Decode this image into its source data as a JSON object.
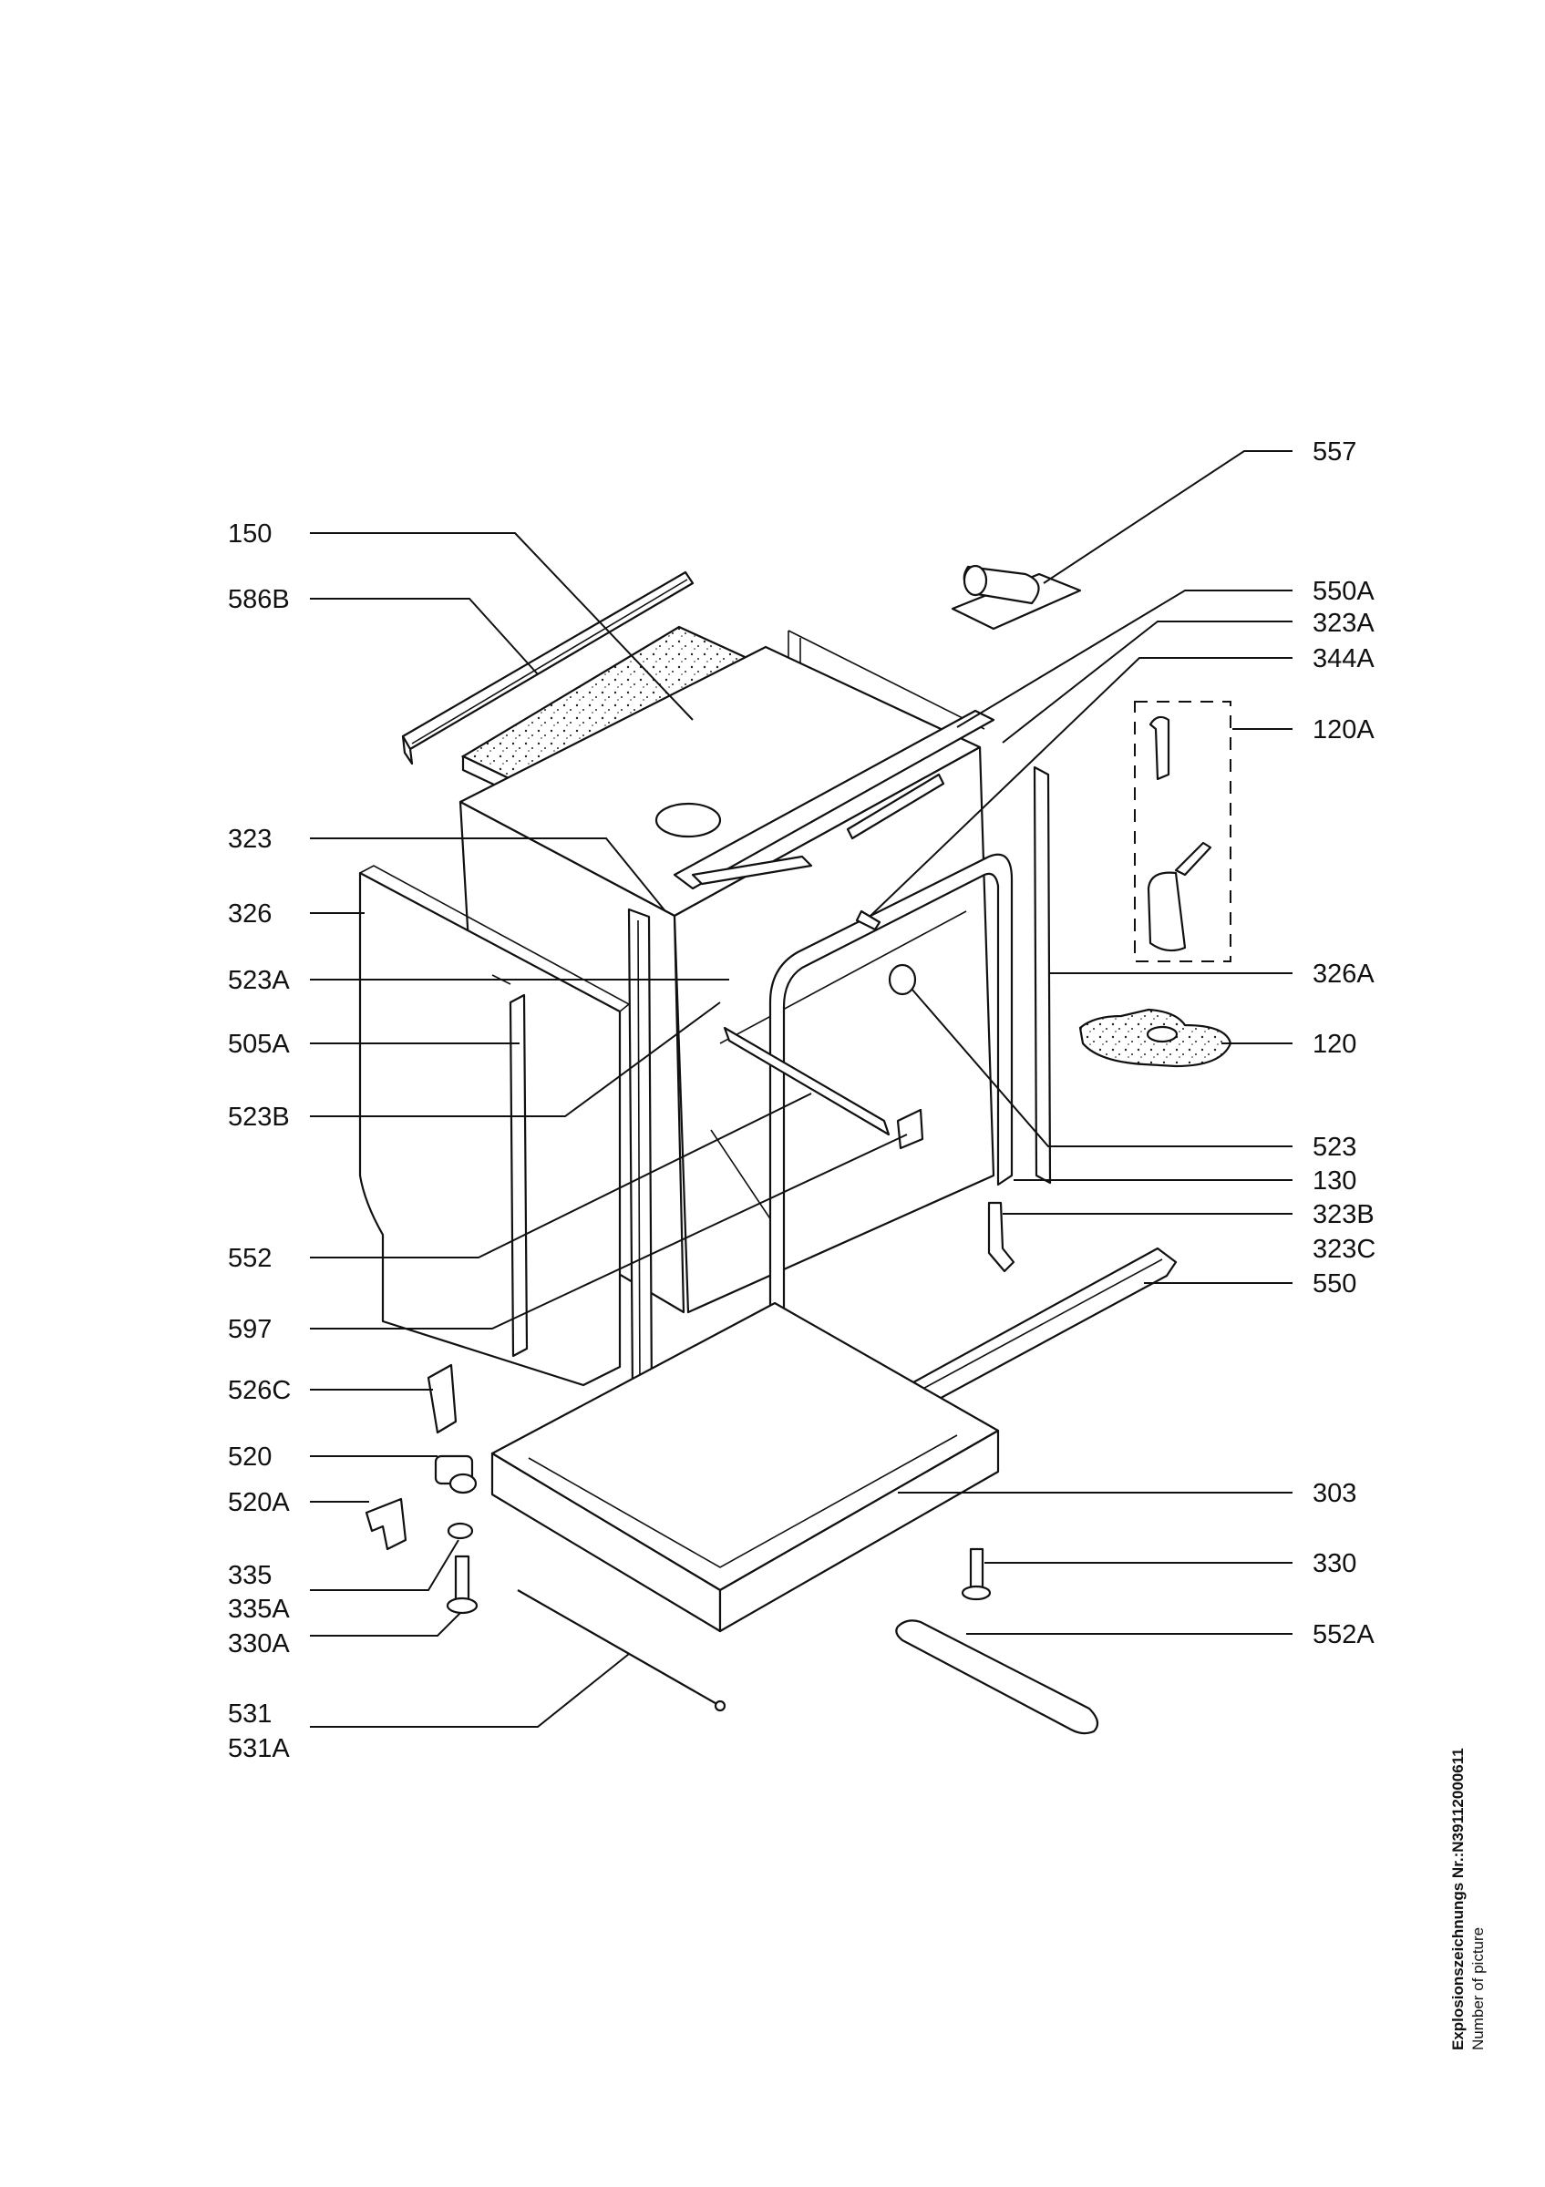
{
  "labels": {
    "l557": "557",
    "l150": "150",
    "l586B": "586B",
    "l550A": "550A",
    "l323A": "323A",
    "l344A": "344A",
    "l120A": "120A",
    "l323": "323",
    "l326": "326",
    "l523A": "523A",
    "l326A": "326A",
    "l505A": "505A",
    "l120": "120",
    "l523B": "523B",
    "l523": "523",
    "l130": "130",
    "l323B": "323B",
    "l323C": "323C",
    "l552": "552",
    "l550": "550",
    "l597": "597",
    "l526C": "526C",
    "l520": "520",
    "l520A": "520A",
    "l303": "303",
    "l335": "335",
    "l330": "330",
    "l335A": "335A",
    "l330A": "330A",
    "l552A": "552A",
    "l531": "531",
    "l531A": "531A"
  },
  "footer": {
    "drawing_number": "Explosionszeichnungs Nr.:N3911200061​1",
    "caption": "Number of picture"
  }
}
